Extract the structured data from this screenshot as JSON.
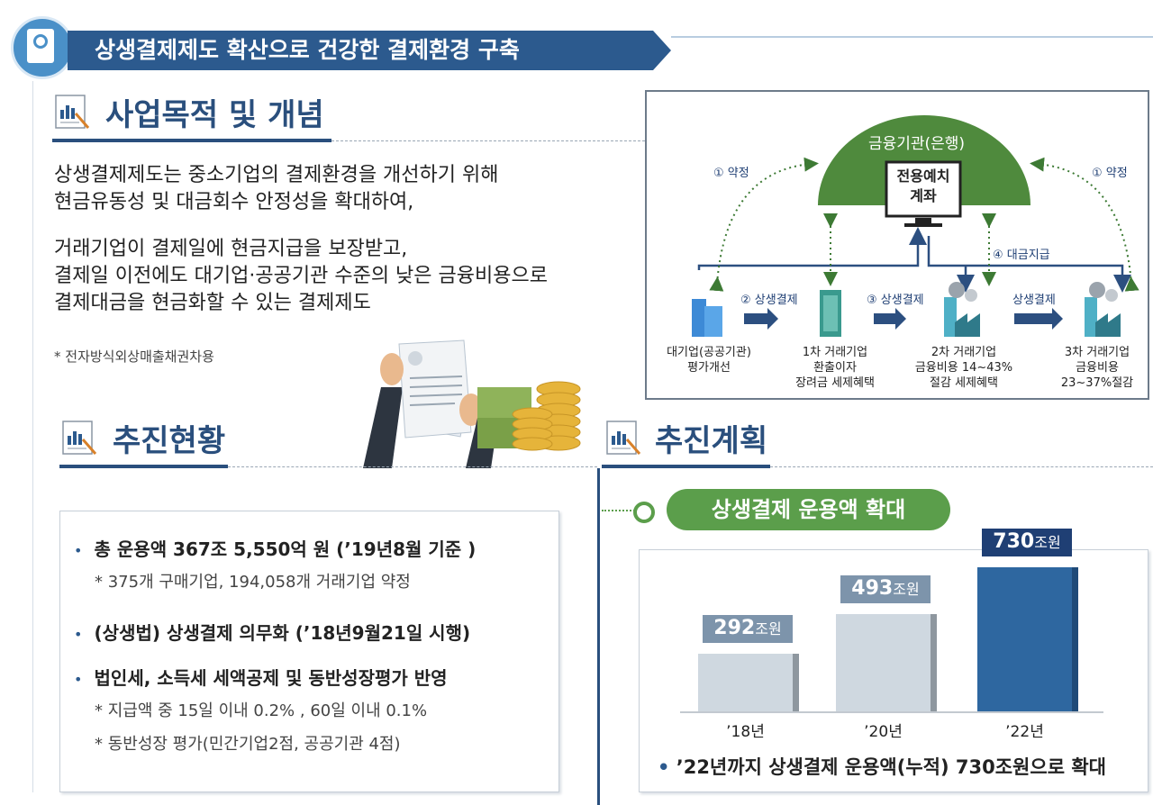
{
  "title": "상생결제제도 확산으로 건강한 결제환경 구축",
  "sections": {
    "purpose": "사업목적 및 개념",
    "status": "추진현황",
    "plan": "추진계획"
  },
  "purpose": {
    "para1": [
      "상생결제제도는 중소기업의 결제환경을 개선하기 위해",
      "현금유동성 및 대금회수 안정성을 확대하여,"
    ],
    "para2": [
      "거래기업이 결제일에 현금지급을 보장받고,",
      "결제일 이전에도 대기업·공공기관 수준의 낮은 금융비용으로",
      "결제대금을 현금화할 수 있는 결제제도"
    ],
    "footnote": "* 전자방식외상매출채권차용"
  },
  "diagram": {
    "bank": "금융기관(은행)",
    "account": [
      "전용예치",
      "계좌"
    ],
    "agree_left": "① 약정",
    "agree_right": "① 약정",
    "pay": "④ 대금지급",
    "step2": "② 상생결제",
    "step3": "③ 상생결제",
    "step4": "상생결제",
    "nodes": [
      {
        "lines": [
          "대기업(공공기관)",
          "평가개선"
        ]
      },
      {
        "lines": [
          "1차 거래기업",
          "환출이자",
          "장려금 세제혜택"
        ]
      },
      {
        "lines": [
          "2차 거래기업",
          "금융비용 14~43%",
          "절감 세제혜택"
        ]
      },
      {
        "lines": [
          "3차 거래기업",
          "금융비용",
          "23~37%절감"
        ]
      }
    ]
  },
  "status": {
    "items": [
      {
        "text": "총 운용액 367조 5,550억 원 (’19년8월 기준 )",
        "subs": [
          "* 375개 구매기업, 194,058개 거래기업 약정"
        ]
      },
      {
        "text": "(상생법) 상생결제 의무화 (’18년9월21일 시행)",
        "subs": []
      },
      {
        "text": "법인세, 소득세 세액공제 및 동반성장평가 반영",
        "subs": [
          "* 지급액  중 15일 이내 0.2% , 60일 이내 0.1%",
          "* 동반성장 평가(민간기업2점, 공공기관 4점)"
        ]
      }
    ]
  },
  "plan": {
    "pill": "상생결제 운용액 확대",
    "footer": "’22년까지 상생결제 운용액(누적) 730조원으로 확대"
  },
  "chart_data": {
    "type": "bar",
    "categories": [
      "’18년",
      "’20년",
      "’22년"
    ],
    "values": [
      292,
      493,
      730
    ],
    "labels": [
      "292",
      "493",
      "730"
    ],
    "unit": "조원",
    "colors": [
      "#cfd8e0",
      "#cfd8e0",
      "#2e67a0"
    ],
    "label_colors": [
      "#7d94ab",
      "#7d94ab",
      "#1f3f74"
    ]
  }
}
